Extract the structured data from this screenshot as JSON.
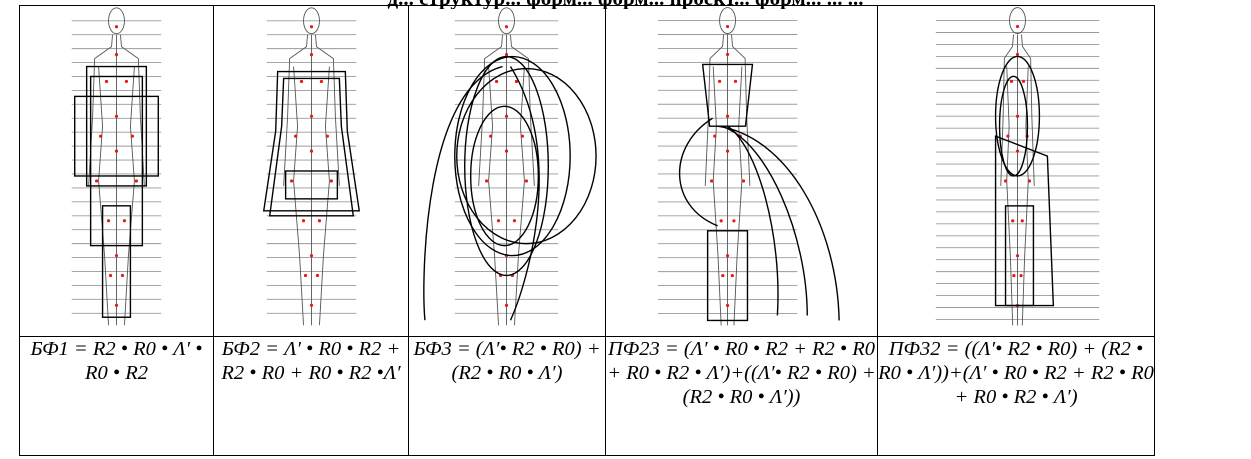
{
  "title": "д... структур... форм... форм... проект... форм... ... ...",
  "figures": [
    {
      "caption": "БФ1 = R2 • R0 • Λ′ • R0 • R2"
    },
    {
      "caption": "БФ2 = Λ′ • R0 • R2 + R2 • R0 + R0 • R2 •Λ′"
    },
    {
      "caption": "БФ3 = (Λ′• R2 • R0) + (R2 • R0 • Λ′)"
    },
    {
      "caption": "ПФ23 = (Λ′ • R0 • R2 + R2 • R0 + R0 • R2 • Λ′)+((Λ′• R2 • R0) + (R2 • R0 • Λ′))"
    },
    {
      "caption": "ПФ32 = ((Λ′• R2 • R0) + (R2 • R0 • Λ′))+(Λ′ • R0 • R2 + R2 • R0 + R0 • R2 • Λ′)"
    }
  ],
  "colors": {
    "outline": "#000000",
    "guide_line": "#9a9a9a",
    "marker": "#e41a1c"
  }
}
